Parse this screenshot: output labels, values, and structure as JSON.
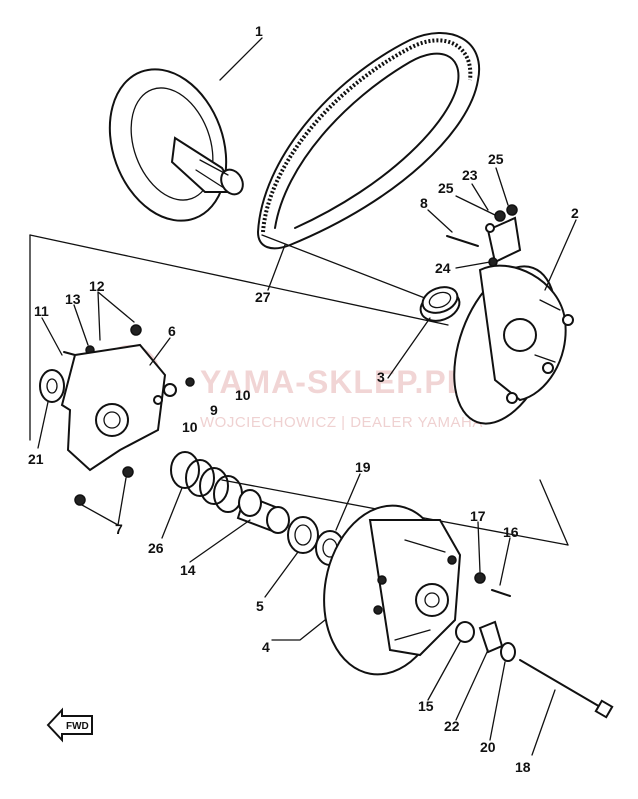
{
  "watermark": {
    "brand": "YAMA-SKLEP.PL",
    "dealer": "WOJCIECHOWICZ | DEALER YAMAHA"
  },
  "direction_marker": {
    "label": "FWD"
  },
  "callouts": [
    {
      "id": "c1",
      "text": "1"
    },
    {
      "id": "c27",
      "text": "27"
    },
    {
      "id": "c25a",
      "text": "25"
    },
    {
      "id": "c23",
      "text": "23"
    },
    {
      "id": "c25b",
      "text": "25"
    },
    {
      "id": "c8",
      "text": "8"
    },
    {
      "id": "c2",
      "text": "2"
    },
    {
      "id": "c24",
      "text": "24"
    },
    {
      "id": "c3",
      "text": "3"
    },
    {
      "id": "c12",
      "text": "12"
    },
    {
      "id": "c13",
      "text": "13"
    },
    {
      "id": "c11",
      "text": "11"
    },
    {
      "id": "c6",
      "text": "6"
    },
    {
      "id": "c9",
      "text": "9"
    },
    {
      "id": "c10a",
      "text": "10"
    },
    {
      "id": "c10b",
      "text": "10"
    },
    {
      "id": "c21",
      "text": "21"
    },
    {
      "id": "c7",
      "text": "7"
    },
    {
      "id": "c26",
      "text": "26"
    },
    {
      "id": "c14",
      "text": "14"
    },
    {
      "id": "c19",
      "text": "19"
    },
    {
      "id": "c5",
      "text": "5"
    },
    {
      "id": "c4",
      "text": "4"
    },
    {
      "id": "c17",
      "text": "17"
    },
    {
      "id": "c16",
      "text": "16"
    },
    {
      "id": "c15",
      "text": "15"
    },
    {
      "id": "c22",
      "text": "22"
    },
    {
      "id": "c20",
      "text": "20"
    },
    {
      "id": "c18",
      "text": "18"
    }
  ]
}
